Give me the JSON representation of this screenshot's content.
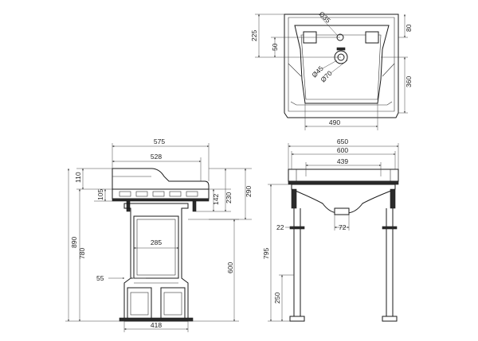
{
  "dimensions": {
    "top_225": "225",
    "top_50": "50",
    "top_80": "80",
    "top_360": "360",
    "top_d35": "Ø35",
    "top_d45": "Ø45",
    "top_d70": "Ø70",
    "top_490": "490",
    "side_575": "575",
    "side_528": "528",
    "side_110": "110",
    "side_105": "105",
    "side_142": "142",
    "side_230": "230",
    "side_290": "290",
    "side_890": "890",
    "side_780": "780",
    "side_285": "285",
    "side_600": "600",
    "side_55": "55",
    "side_418": "418",
    "front_650": "650",
    "front_600": "600",
    "front_439": "439",
    "front_22": "22",
    "front_72": "72",
    "front_795": "795",
    "front_250": "250"
  }
}
